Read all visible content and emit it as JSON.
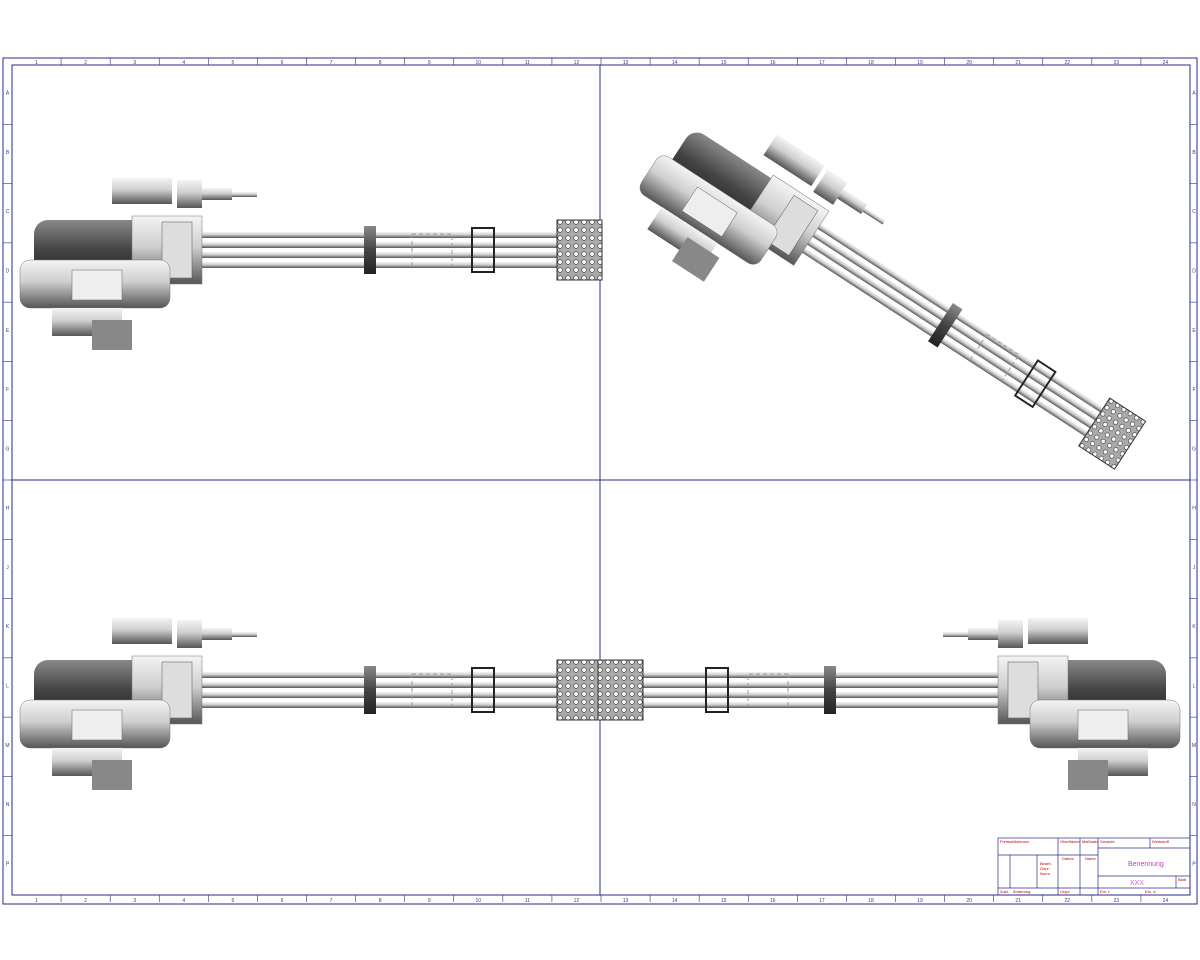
{
  "border": {
    "columns": [
      "1",
      "2",
      "3",
      "4",
      "5",
      "6",
      "7",
      "8",
      "9",
      "10",
      "11",
      "12",
      "13",
      "14",
      "15",
      "16",
      "17",
      "18",
      "19",
      "20",
      "21",
      "22",
      "23",
      "24"
    ],
    "rows": [
      "A",
      "B",
      "C",
      "D",
      "E",
      "F",
      "G",
      "H",
      "J",
      "K",
      "L",
      "M",
      "N",
      "P"
    ],
    "frame_color": "#2b2b8c"
  },
  "views": [
    {
      "name": "side-view"
    },
    {
      "name": "isometric-view"
    },
    {
      "name": "top-view"
    },
    {
      "name": "bottom-view-mirrored"
    }
  ],
  "title_block": {
    "tolerance": "Freimaßtoleranz",
    "surface": "Oberfläche",
    "scale": "Maßstab",
    "weight": "Gewicht",
    "material": "Werkstoff",
    "date_col": "Datum",
    "name_col": "Name",
    "drawn": "Bearb.",
    "checked": "Gepr.",
    "norm": "Norm",
    "title": "Benennung",
    "drawing_number": "XXX",
    "sheet": "Blatt",
    "rev": "Zust.",
    "change": "Änderung",
    "orig": "Urspr.",
    "replaces": "Ers. f.",
    "replaced_by": "Ers. d.",
    "title_color": "#c040c0",
    "text_color": "#c00000"
  }
}
